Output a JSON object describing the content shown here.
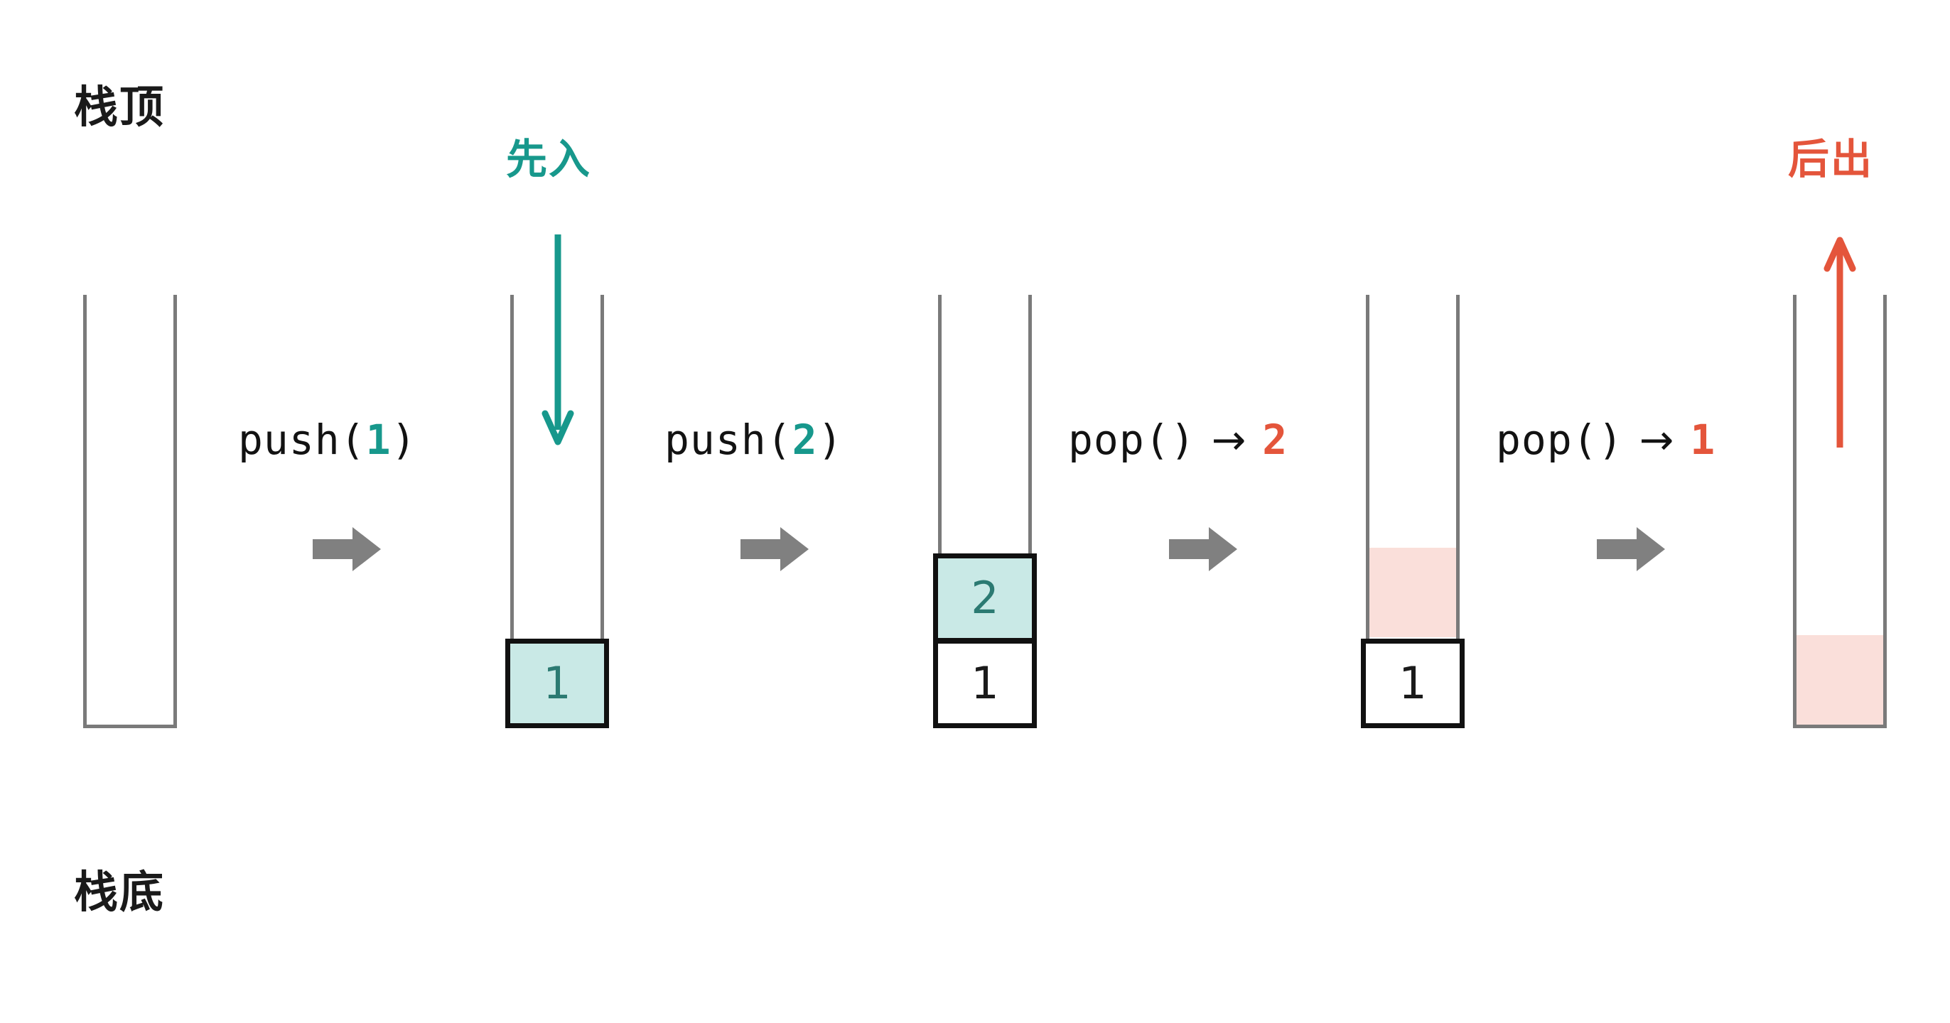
{
  "diagram": {
    "title_top": "栈顶",
    "title_bottom": "栈底",
    "colors": {
      "teal": "#17988c",
      "teal_fill": "#c9e9e6",
      "teal_text": "#2b7a72",
      "orange": "#e4553b",
      "pink_fill": "#fadfda",
      "tube_gray": "#7a7a7a",
      "arrow_gray": "#808080",
      "ink": "#121212"
    },
    "annotations": [
      {
        "name": "first-in",
        "label": "先入",
        "direction": "down",
        "color": "#17988c"
      },
      {
        "name": "last-out",
        "label": "后出",
        "direction": "up",
        "color": "#e4553b"
      }
    ],
    "operations": [
      {
        "name": "push-1",
        "call": "push(",
        "value": "1",
        "close": ")",
        "result_arrow": "",
        "result": "",
        "value_color": "teal"
      },
      {
        "name": "push-2",
        "call": "push(",
        "value": "2",
        "close": ")",
        "result_arrow": "",
        "result": "",
        "value_color": "teal"
      },
      {
        "name": "pop-2",
        "call": "pop()",
        "value": "",
        "close": "",
        "result_arrow": "→",
        "result": "2",
        "value_color": "orange"
      },
      {
        "name": "pop-1",
        "call": "pop()",
        "value": "",
        "close": "",
        "result_arrow": "→",
        "result": "1",
        "value_color": "orange"
      }
    ],
    "states": [
      {
        "name": "state-empty",
        "cells": [],
        "ghost": null
      },
      {
        "name": "state-one",
        "cells": [
          {
            "value": "1",
            "style": "teal"
          }
        ],
        "ghost": null
      },
      {
        "name": "state-one-two",
        "cells": [
          {
            "value": "1",
            "style": "plain"
          },
          {
            "value": "2",
            "style": "teal"
          }
        ],
        "ghost": null
      },
      {
        "name": "state-after-pop2",
        "cells": [
          {
            "value": "1",
            "style": "plain"
          }
        ],
        "ghost": {
          "slot": 1
        }
      },
      {
        "name": "state-after-pop1",
        "cells": [],
        "ghost": {
          "slot": 0
        }
      }
    ]
  }
}
